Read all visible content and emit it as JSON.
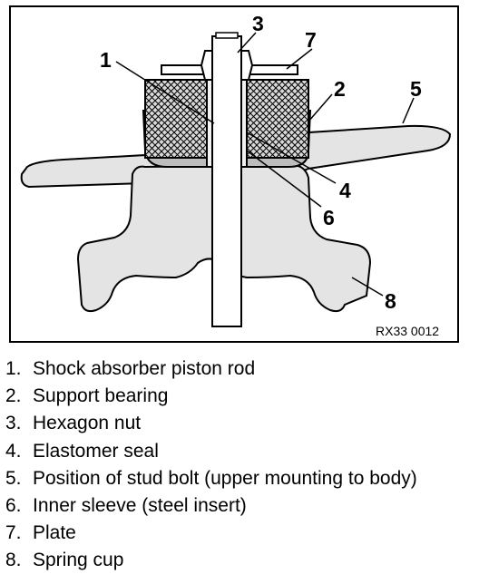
{
  "figure": {
    "reference_code": "RX33 0012",
    "callouts": [
      "1",
      "2",
      "3",
      "4",
      "5",
      "6",
      "7",
      "8"
    ]
  },
  "legend": [
    {
      "num": "1.",
      "text": "Shock absorber piston rod"
    },
    {
      "num": "2.",
      "text": "Support bearing"
    },
    {
      "num": "3.",
      "text": "Hexagon nut"
    },
    {
      "num": "4.",
      "text": "Elastomer seal"
    },
    {
      "num": "5.",
      "text": "Position of stud bolt (upper mounting to body)"
    },
    {
      "num": "6.",
      "text": "Inner sleeve (steel insert)"
    },
    {
      "num": "7.",
      "text": "Plate"
    },
    {
      "num": "8.",
      "text": "Spring cup"
    }
  ]
}
